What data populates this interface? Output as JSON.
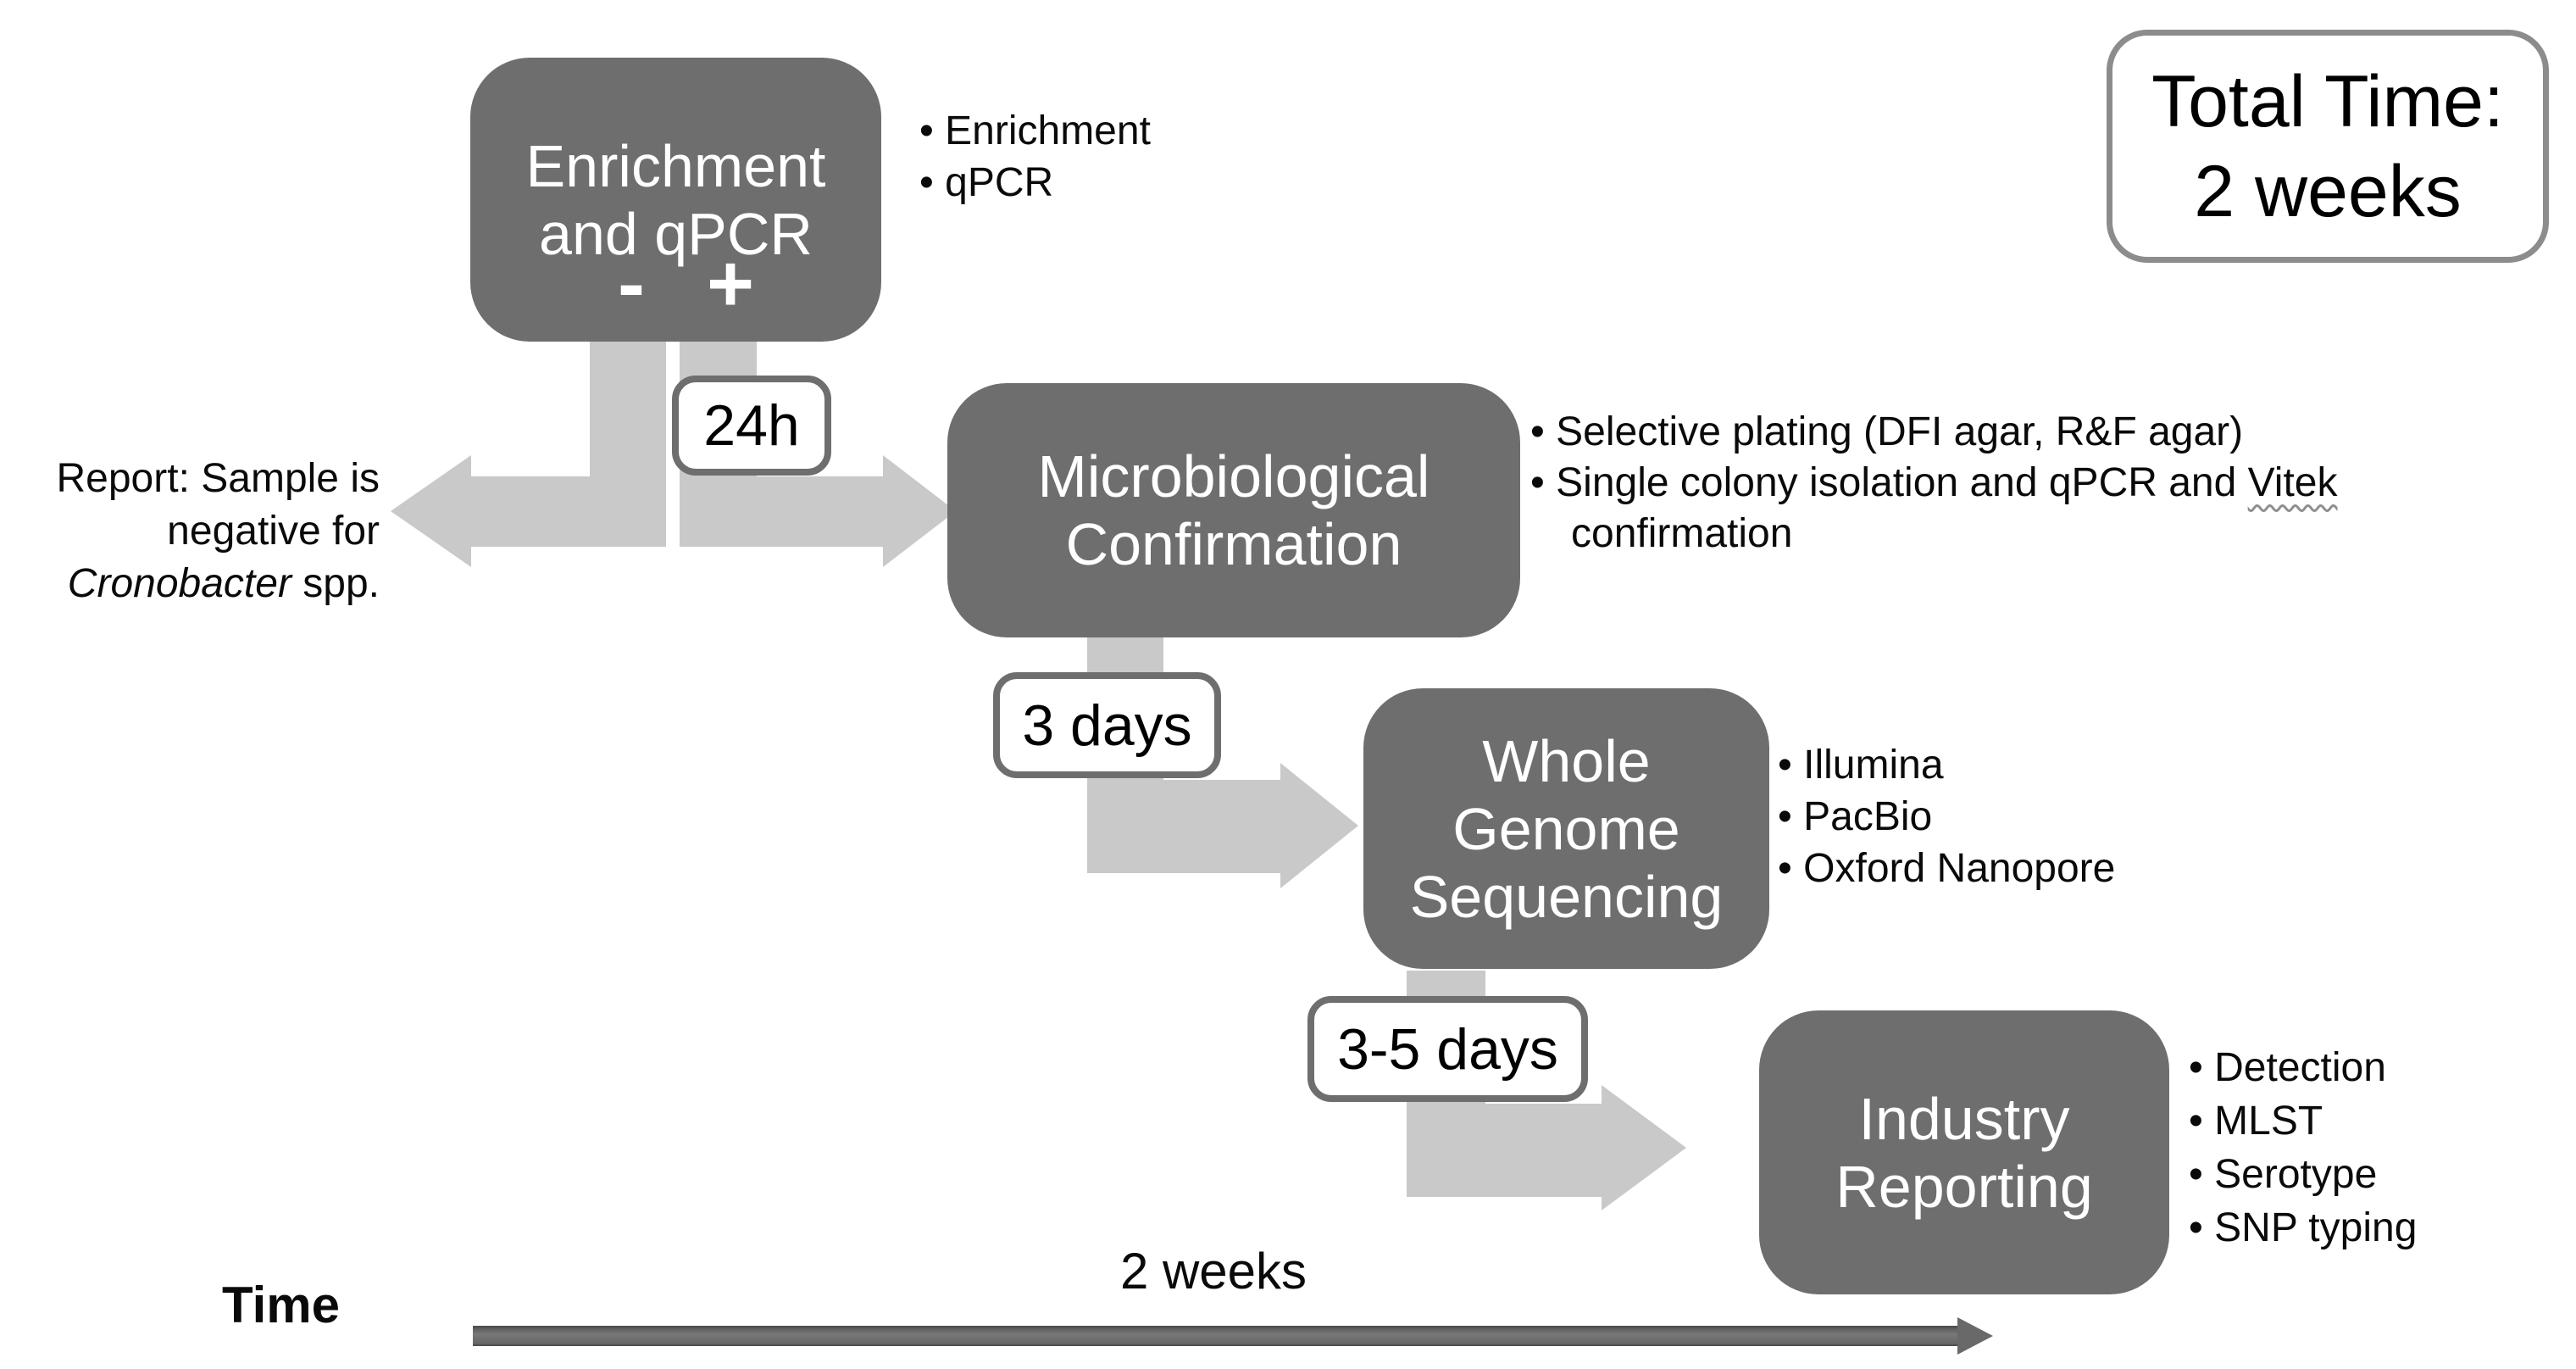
{
  "colors": {
    "stage_fill": "#6e6e6e",
    "stage_text": "#ffffff",
    "arrow_fill": "#c9c9c9",
    "label_border": "#6e6e6e",
    "outline_border": "#8c8c8c",
    "timeline_fill": "#696969",
    "body_text": "#0a0a0a"
  },
  "total_time": {
    "line1": "Total Time:",
    "line2": "2 weeks"
  },
  "stage1": {
    "title1": "Enrichment",
    "title2": "and qPCR",
    "negative": "-",
    "positive": "+",
    "bullet1": "• Enrichment",
    "bullet2": "• qPCR"
  },
  "report": {
    "line1": "Report: Sample is",
    "line2": "negative for",
    "species": "Cronobacter",
    "species_suffix": " spp."
  },
  "durations": {
    "step1": "24h",
    "step2": "3 days",
    "step3": "3-5 days"
  },
  "stage2": {
    "title1": "Microbiological",
    "title2": "Confirmation",
    "bullet1": "• Selective plating (DFI agar, R&F agar)",
    "bullet2_prefix": "• Single colony isolation and qPCR and ",
    "bullet2_underlined": "Vitek",
    "bullet2_wrap": "confirmation"
  },
  "stage3": {
    "title1": "Whole",
    "title2": "Genome",
    "title3": "Sequencing",
    "bullet1": "• Illumina",
    "bullet2": "• PacBio",
    "bullet3": "• Oxford Nanopore"
  },
  "stage4": {
    "title1": "Industry",
    "title2": "Reporting",
    "bullet1": "• Detection",
    "bullet2": "• MLST",
    "bullet3": "• Serotype",
    "bullet4": "• SNP typing"
  },
  "timeline": {
    "label": "Time",
    "duration": "2 weeks"
  }
}
